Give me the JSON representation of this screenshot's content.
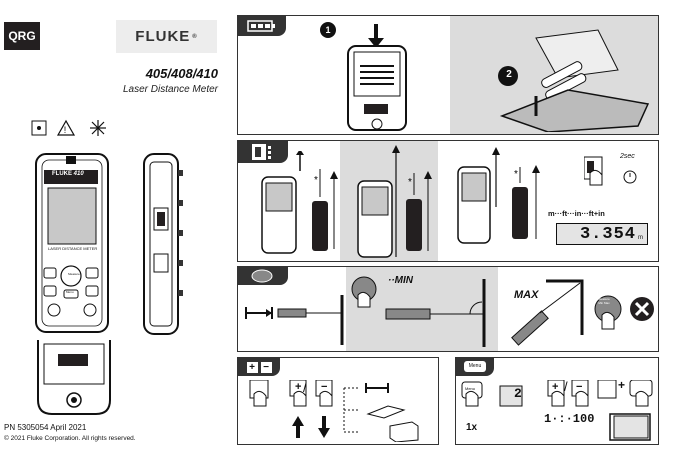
{
  "header": {
    "badge": "QRG",
    "brand": "FLUKE",
    "brand_mark": "®",
    "models": "405/408/410",
    "subtitle": "Laser Distance Meter"
  },
  "device": {
    "brand_label": "FLUKE",
    "model_label": "410",
    "screen_label": "LASER DISTANCE METER",
    "measure_button": "Measure",
    "minmax_button": "Min Max",
    "menu_button": "Menu"
  },
  "footer": {
    "part_number": "PN 5305054  April 2021",
    "copyright": "© 2021 Fluke Corporation. All rights reserved."
  },
  "panel_battery": {
    "step1": "1",
    "step2": "2"
  },
  "panel_reference": {
    "timer": "2sec",
    "units": "m···ft···in···ft+in",
    "reading": "3.354",
    "reading_unit": "m"
  },
  "panel_minmax": {
    "min_label": "MIN",
    "max_label": "MAX",
    "button_top": "Measure",
    "button_bottom": "Min Max"
  },
  "panel_add": {
    "plus": "+",
    "minus": "−",
    "slash": "/"
  },
  "panel_menu": {
    "menu_button": "Menu",
    "press_count": "1x",
    "display_digit": "2",
    "slash": "/",
    "plus": "+",
    "display_value": "1·:·100"
  },
  "colors": {
    "dark": "#231f20",
    "header": "#333333",
    "gray_area": "#dcdcdc",
    "device_screen": "#c8c8c8"
  }
}
